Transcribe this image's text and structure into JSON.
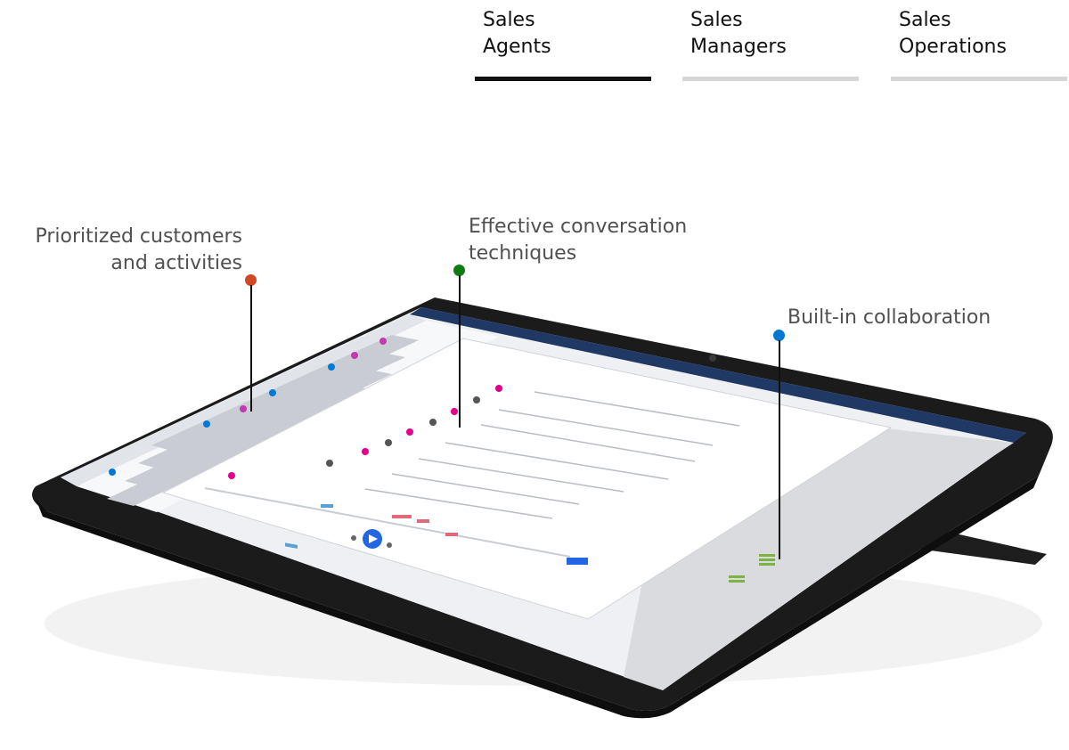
{
  "tabs": [
    {
      "label": "Sales\nAgents",
      "active": true
    },
    {
      "label": "Sales\nManagers",
      "active": false
    },
    {
      "label": "Sales\nOperations",
      "active": false
    }
  ],
  "callouts": {
    "prioritized": {
      "text": "Prioritized customers\nand activities",
      "color": "#d24726"
    },
    "conversation": {
      "text": "Effective conversation\ntechniques",
      "color": "#107c10"
    },
    "collaboration": {
      "text": "Built-in collaboration",
      "color": "#0078d4"
    }
  },
  "colors": {
    "device_frame": "#1b1b1b",
    "app_header": "#1f3864",
    "accent": "#2266e3"
  }
}
